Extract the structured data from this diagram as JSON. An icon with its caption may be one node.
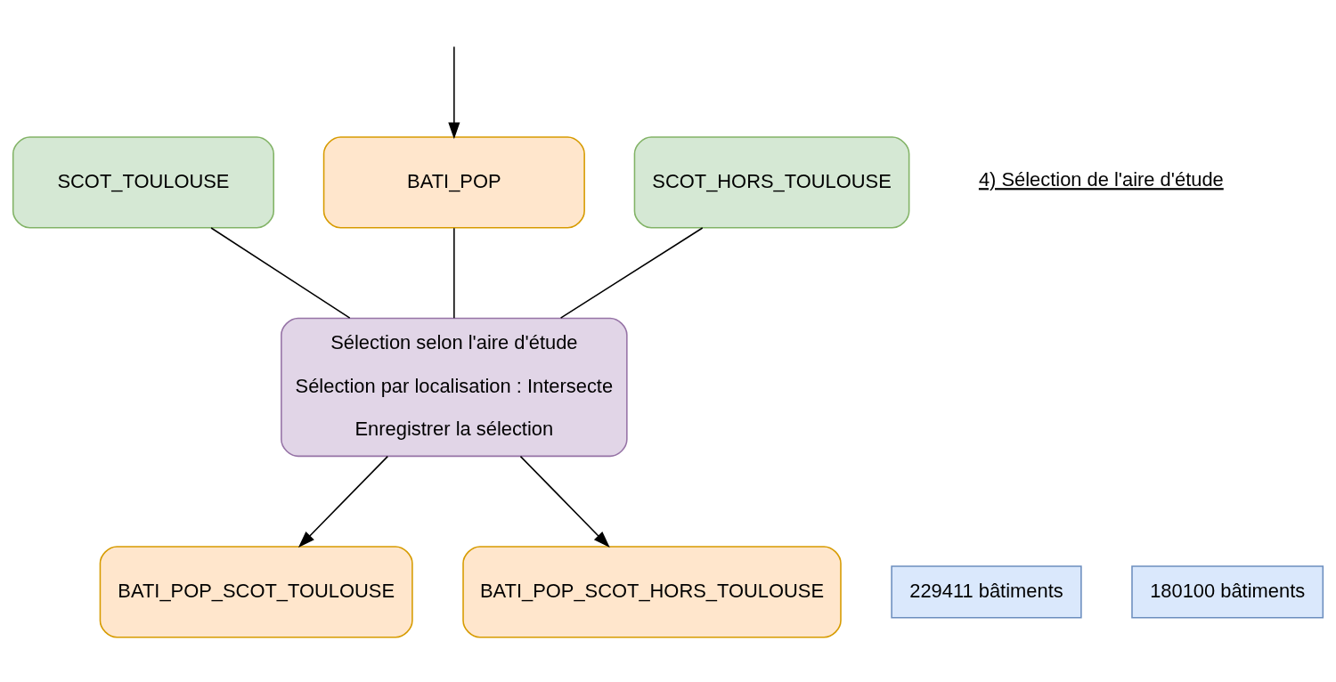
{
  "diagram": {
    "nodes": [
      {
        "text": [
          "SCOT_TOULOUSE"
        ]
      },
      {
        "text": [
          "BATI_POP"
        ]
      },
      {
        "text": [
          "SCOT_HORS_TOULOUSE"
        ]
      },
      {
        "text": [
          "Sélection selon l'aire d'étude",
          "Sélection par localisation : Intersecte",
          "Enregistrer la sélection"
        ]
      },
      {
        "text": [
          "BATI_POP_SCOT_TOULOUSE"
        ]
      },
      {
        "text": [
          "229411 bâtiments"
        ]
      },
      {
        "text": [
          "BATI_POP_SCOT_HORS_TOULOUSE"
        ]
      },
      {
        "text": [
          "180100 bâtiments"
        ]
      }
    ],
    "edges": [
      {
        "from": null,
        "to": 1,
        "arrow": "to"
      },
      {
        "from": 0,
        "to": 3,
        "arrow": "none"
      },
      {
        "from": 1,
        "to": 3,
        "arrow": "none"
      },
      {
        "from": 2,
        "to": 3,
        "arrow": "none"
      },
      {
        "from": 3,
        "to": 4,
        "arrow": "to"
      },
      {
        "from": 3,
        "to": 6,
        "arrow": "to"
      }
    ],
    "labels": [
      "4) Sélection de l'aire d'étude"
    ]
  }
}
